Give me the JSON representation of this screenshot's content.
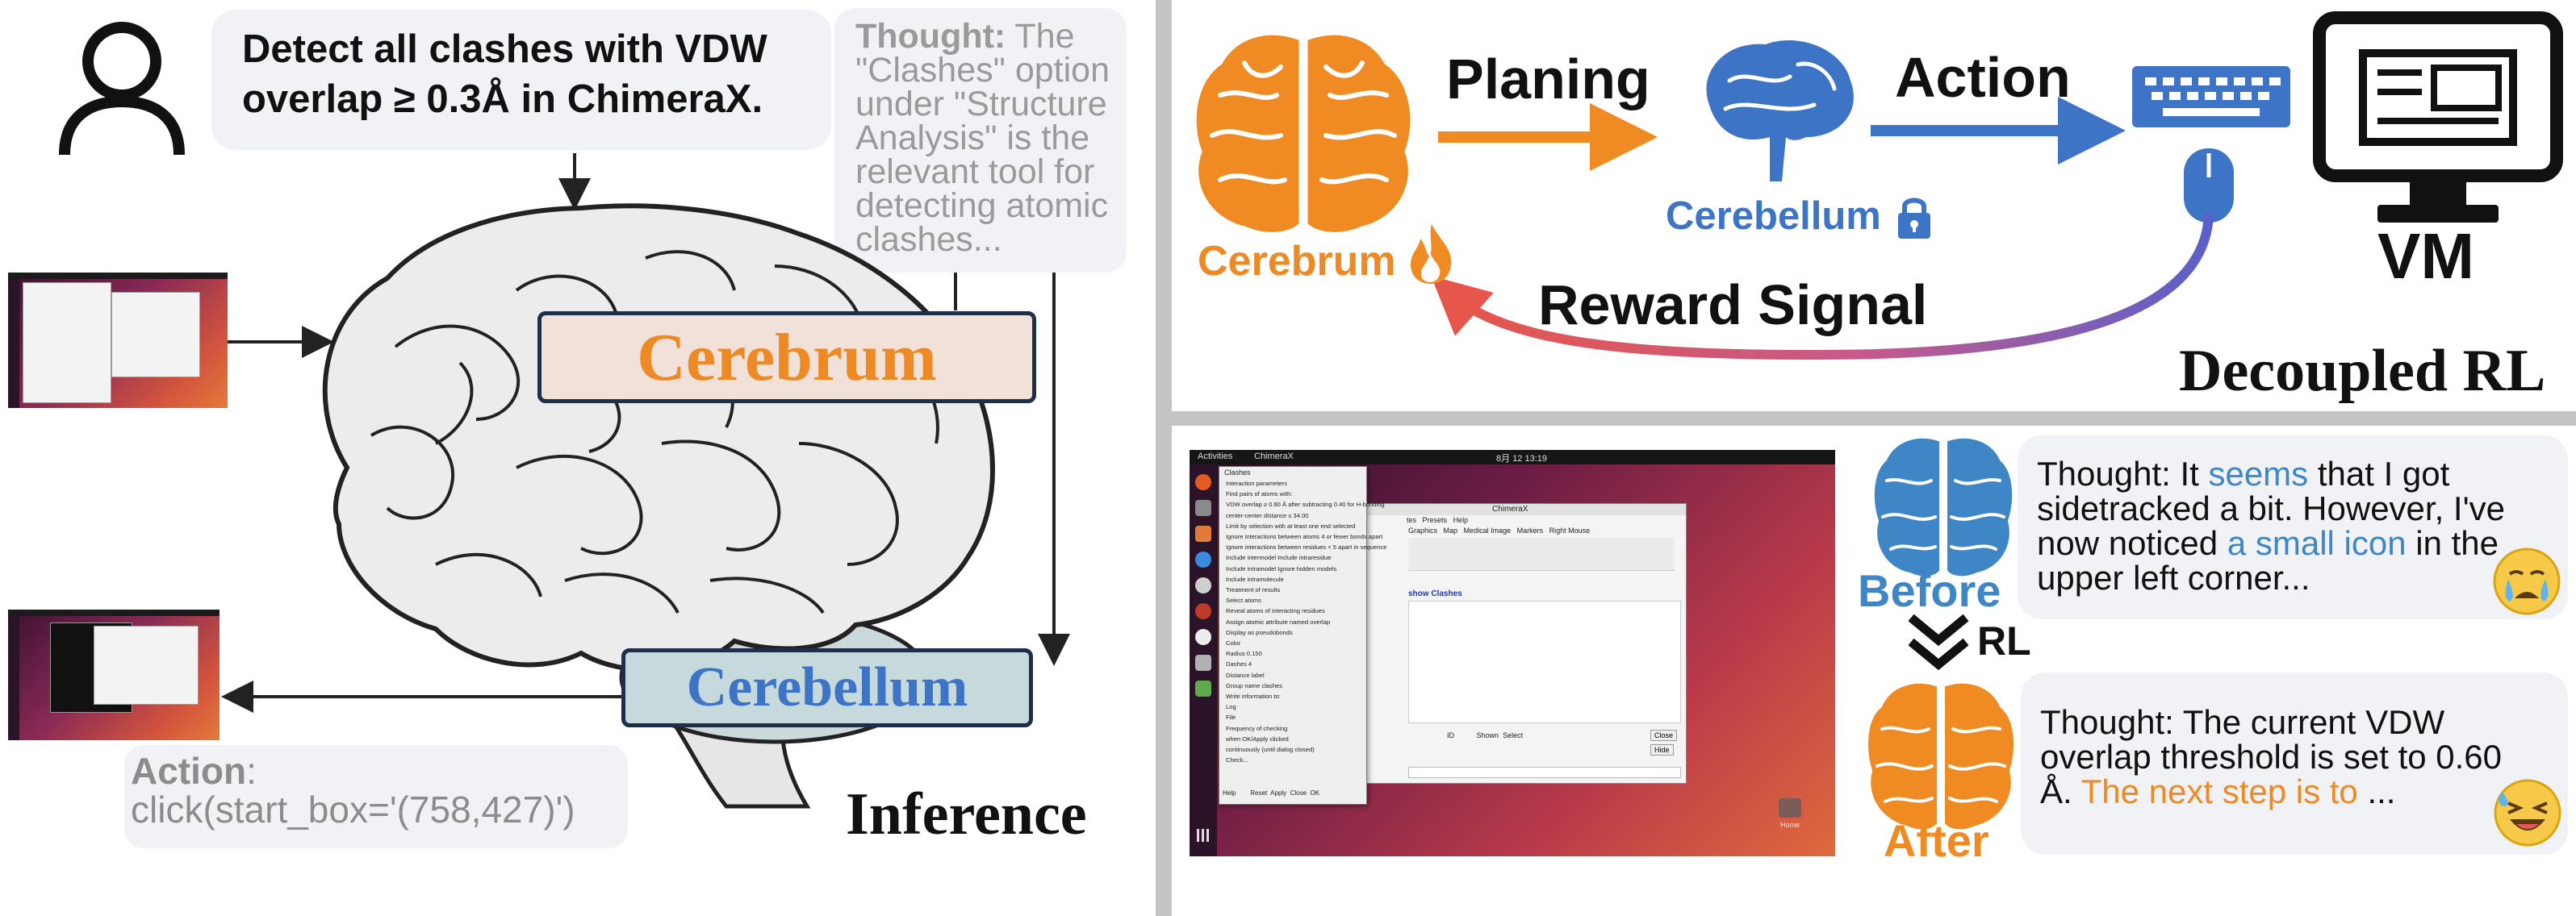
{
  "inference": {
    "user_instruction": "Detect all clashes with VDW overlap ≥ 0.3Å in ChimeraX.",
    "thought_label": "Thought:",
    "thought_text": " The \"Clashes\" option under \"Structure Analysis\" is the relevant tool for detecting atomic clashes...",
    "cerebrum_label": "Cerebrum",
    "cerebellum_label": "Cerebellum",
    "action_label": "Action",
    "action_colon": ":",
    "action_text": "click(start_box='(758,427)')",
    "section_title": "Inference"
  },
  "decoupled_rl": {
    "planing_label": "Planing",
    "action_label": "Action",
    "cerebellum_label": "Cerebellum",
    "cerebrum_label": "Cerebrum",
    "vm_label": "VM",
    "reward_label": "Reward Signal",
    "section_title": "Decoupled RL"
  },
  "rl_comparison": {
    "screenshot": {
      "activities": "Activities",
      "app": "ChimeraX",
      "clock": "8月 12 13:19",
      "dialog_title": "Clashes",
      "dialog_lines": [
        "Interaction parameters",
        "Find pairs of atoms with:",
        "VDW overlap ≥ 0.60 Å after subtracting 0.40 for H-bonding",
        "center-center distance ≤ 34.00",
        "Limit by selection  with at least one end selected",
        "Ignore interactions between atoms 4 or fewer bonds apart",
        "Ignore interactions between residues < 5 apart in sequence",
        "Include intermodel   Include intraresidue",
        "Include intramodel   Ignore hidden models",
        "Include intramolecule",
        "Treatment of results",
        "Select atoms",
        "Reveal atoms of interacting residues",
        "Assign atomic attribute named  overlap",
        "Display as pseudobonds",
        "Color",
        "Radius 0.150",
        "Dashes 4",
        "Distance label",
        "Group name clashes",
        "Write information to:",
        "Log",
        "File",
        "Frequency of checking",
        "when OK/Apply clicked",
        "continuously (until dialog closed)"
      ],
      "dialog_buttons": [
        "Help",
        "Reset",
        "Apply",
        "Close",
        "OK"
      ],
      "check_label": "Check...",
      "bg_window_title": "ChimeraX",
      "bg_tabs": [
        "Graphics",
        "Map",
        "Medical Image",
        "Markers",
        "Right Mouse"
      ],
      "bg_menu": [
        "tes",
        "Presets",
        "Help"
      ],
      "bg_log": "show Clashes",
      "bg_table_cols": [
        "ID",
        "Shown",
        "Select"
      ],
      "bg_buttons": [
        "Close",
        "Hide"
      ],
      "home_label": "Home"
    },
    "before_label": "Before",
    "after_label": "After",
    "rl_label": "RL",
    "before_thought": {
      "t1": "Thought: It ",
      "h1": "seems",
      "t2": " that I got sidetracked a bit. However, I've now noticed ",
      "h2": "a small icon",
      "t3": " in the upper left corner..."
    },
    "after_thought": {
      "t1": "Thought: The current VDW overlap threshold is set to 0.60 Å. ",
      "h1": "The next step is to",
      "t2": " ..."
    }
  },
  "colors": {
    "cerebrum_orange": "#ee8a25",
    "cerebellum_blue": "#3e74c6",
    "bubble_gray": "#f1f2f5",
    "thought_gray": "#9a9a9a",
    "cerebrum_box": "#f2e1d8",
    "cerebellum_box": "#c6dadd",
    "box_border": "#1f2f4a",
    "divider": "#c4c4c4"
  }
}
